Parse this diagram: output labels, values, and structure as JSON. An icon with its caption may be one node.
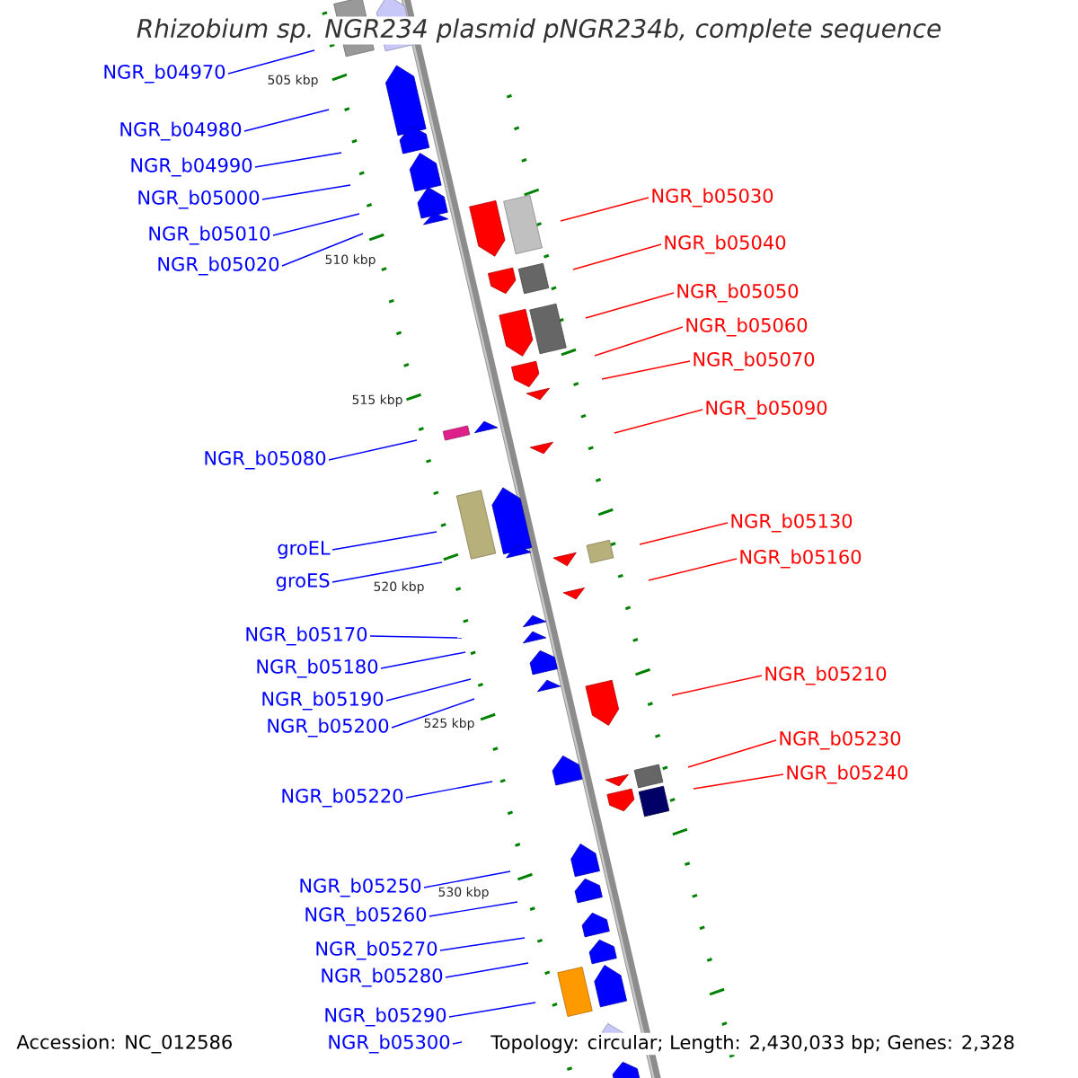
{
  "diagram": {
    "title": "Rhizobium sp. NGR234 plasmid pNGR234b, complete sequence",
    "nodes": [
      {
        "text": [
          "NGR_b04970"
        ]
      },
      {
        "text": [
          "NGR_b04980"
        ]
      },
      {
        "text": [
          "NGR_b04990"
        ]
      },
      {
        "text": [
          "NGR_b05000"
        ]
      },
      {
        "text": [
          "NGR_b05010"
        ]
      },
      {
        "text": [
          "NGR_b05020"
        ]
      },
      {
        "text": [
          "NGR_b05080"
        ]
      },
      {
        "text": [
          "groEL"
        ]
      },
      {
        "text": [
          "groES"
        ]
      },
      {
        "text": [
          "NGR_b05170"
        ]
      },
      {
        "text": [
          "NGR_b05180"
        ]
      },
      {
        "text": [
          "NGR_b05190"
        ]
      },
      {
        "text": [
          "NGR_b05200"
        ]
      },
      {
        "text": [
          "NGR_b05220"
        ]
      },
      {
        "text": [
          "NGR_b05250"
        ]
      },
      {
        "text": [
          "NGR_b05260"
        ]
      },
      {
        "text": [
          "NGR_b05270"
        ]
      },
      {
        "text": [
          "NGR_b05280"
        ]
      },
      {
        "text": [
          "NGR_b05290"
        ]
      },
      {
        "text": [
          "NGR_b05300"
        ]
      },
      {
        "text": [
          "NGR_b05030"
        ]
      },
      {
        "text": [
          "NGR_b05040"
        ]
      },
      {
        "text": [
          "NGR_b05050"
        ]
      },
      {
        "text": [
          "NGR_b05060"
        ]
      },
      {
        "text": [
          "NGR_b05070"
        ]
      },
      {
        "text": [
          "NGR_b05090"
        ]
      },
      {
        "text": [
          "NGR_b05130"
        ]
      },
      {
        "text": [
          "NGR_b05160"
        ]
      },
      {
        "text": [
          "NGR_b05210"
        ]
      },
      {
        "text": [
          "NGR_b05230"
        ]
      },
      {
        "text": [
          "NGR_b05240"
        ]
      }
    ],
    "edges": [
      {
        "from": 0,
        "to": null,
        "arrow": "none"
      },
      {
        "from": 1,
        "to": null,
        "arrow": "none"
      },
      {
        "from": 2,
        "to": null,
        "arrow": "none"
      },
      {
        "from": 3,
        "to": null,
        "arrow": "none"
      },
      {
        "from": 4,
        "to": null,
        "arrow": "none"
      },
      {
        "from": 5,
        "to": null,
        "arrow": "none"
      },
      {
        "from": 6,
        "to": null,
        "arrow": "none"
      },
      {
        "from": 7,
        "to": null,
        "arrow": "none"
      },
      {
        "from": 8,
        "to": null,
        "arrow": "none"
      },
      {
        "from": 9,
        "to": null,
        "arrow": "none"
      },
      {
        "from": 10,
        "to": null,
        "arrow": "none"
      },
      {
        "from": 11,
        "to": null,
        "arrow": "none"
      },
      {
        "from": 12,
        "to": null,
        "arrow": "none"
      },
      {
        "from": 13,
        "to": null,
        "arrow": "none"
      },
      {
        "from": 14,
        "to": null,
        "arrow": "none"
      },
      {
        "from": 15,
        "to": null,
        "arrow": "none"
      },
      {
        "from": 16,
        "to": null,
        "arrow": "none"
      },
      {
        "from": 17,
        "to": null,
        "arrow": "none"
      },
      {
        "from": 18,
        "to": null,
        "arrow": "none"
      },
      {
        "from": 19,
        "to": null,
        "arrow": "none"
      },
      {
        "from": 20,
        "to": null,
        "arrow": "none",
        "color": "#ff0000"
      },
      {
        "from": 21,
        "to": null,
        "arrow": "none",
        "color": "#ff0000"
      },
      {
        "from": 22,
        "to": null,
        "arrow": "none",
        "color": "#ff0000"
      },
      {
        "from": 23,
        "to": null,
        "arrow": "none",
        "color": "#ff0000"
      },
      {
        "from": 24,
        "to": null,
        "arrow": "none",
        "color": "#ff0000"
      },
      {
        "from": 25,
        "to": null,
        "arrow": "none",
        "color": "#ff0000"
      },
      {
        "from": 26,
        "to": null,
        "arrow": "none",
        "color": "#ff0000"
      },
      {
        "from": 27,
        "to": null,
        "arrow": "none",
        "color": "#ff0000"
      },
      {
        "from": 28,
        "to": null,
        "arrow": "none",
        "color": "#ff0000"
      },
      {
        "from": 29,
        "to": null,
        "arrow": "none",
        "color": "#ff0000"
      },
      {
        "from": 30,
        "to": null,
        "arrow": "none",
        "color": "#ff0000"
      }
    ],
    "labels": [
      "505 kbp",
      "510 kbp",
      "515 kbp",
      "520 kbp",
      "525 kbp",
      "530 kbp",
      "Accession: NC_012586",
      "Topology: circular; Length: 2,430,033 bp; Genes: 2,328"
    ]
  }
}
